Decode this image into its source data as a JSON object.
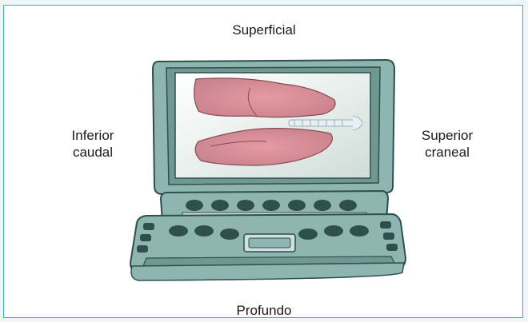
{
  "labels": {
    "superficial": "Superficial",
    "profundo": "Profundo",
    "inferior_line1": "Inferior",
    "inferior_line2": "caudal",
    "superior_line1": "Superior",
    "superior_line2": "craneal"
  },
  "colors": {
    "frame_border": "#3fa9dd",
    "device_body": "#8fb5b1",
    "device_dark": "#2f4f4c",
    "lung_pink": "#d98a94"
  },
  "icons": {
    "device": "ultrasound-laptop-icon",
    "lungs": "lungs-icon"
  }
}
